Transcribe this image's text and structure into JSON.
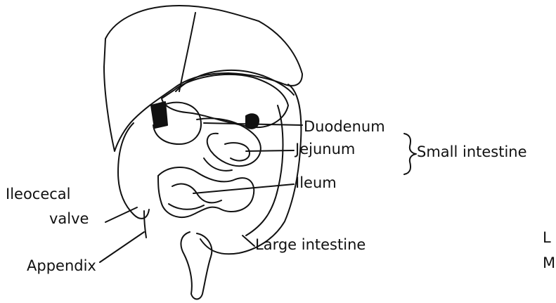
{
  "labels": {
    "duodenum": "Duodenum",
    "jejunum": "Jejunum",
    "small_intestine": "Small intestine",
    "ileum": "Ileum",
    "ileocecal": "Ileocecal",
    "valve": "valve",
    "appendix": "Appendix",
    "large_intestine": "Large intestine",
    "edge_fragment_1": "L",
    "edge_fragment_2": "M"
  }
}
